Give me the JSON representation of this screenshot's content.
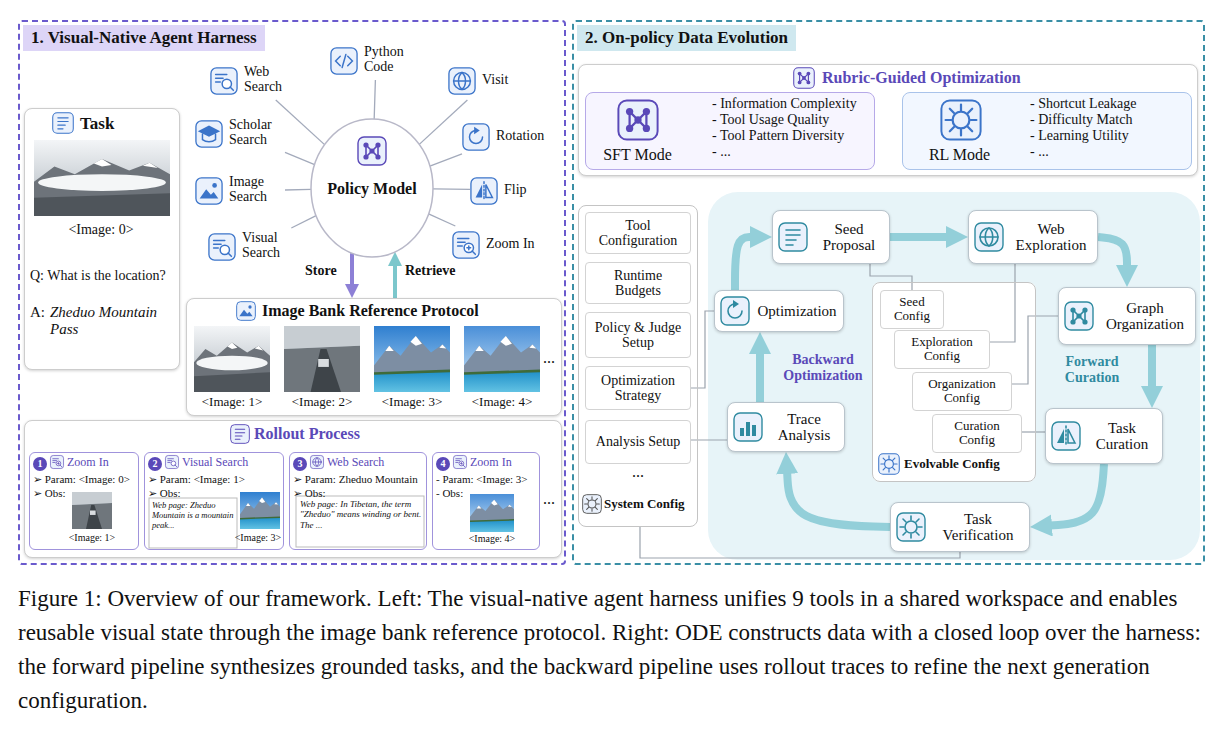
{
  "diagram": {
    "caption": "Figure 1: Overview of our framework. Left: The visual-native agent harness unifies 9 tools in a shared workspace and enables reusable visual state through the image bank reference protocol. Right: ODE constructs data with a closed loop over the harness: the forward pipeline synthesizes grounded tasks, and the backward pipeline uses rollout traces to refine the next generation configuration.",
    "nodes": [
      {
        "text": [
          "1. Visual-Native Agent Harness"
        ]
      },
      {
        "text": [
          "Task",
          "<Image: 0>",
          "Q: What is the location?",
          "A:",
          "Zheduo Mountain Pass"
        ],
        "in": 0
      },
      {
        "text": [
          "Policy Model"
        ],
        "in": 0
      },
      {
        "text": [
          "Web Search"
        ],
        "in": 0
      },
      {
        "text": [
          "Python Code"
        ],
        "in": 0
      },
      {
        "text": [
          "Visit"
        ],
        "in": 0
      },
      {
        "text": [
          "Scholar Search"
        ],
        "in": 0
      },
      {
        "text": [
          "Rotation"
        ],
        "in": 0
      },
      {
        "text": [
          "Image Search"
        ],
        "in": 0
      },
      {
        "text": [
          "Flip"
        ],
        "in": 0
      },
      {
        "text": [
          "Visual Search"
        ],
        "in": 0
      },
      {
        "text": [
          "Zoom In"
        ],
        "in": 0
      },
      {
        "text": [
          "Image Bank Reference Protocol",
          "<Image: 1>",
          "<Image: 2>",
          "<Image: 3>",
          "<Image: 4>"
        ],
        "in": 0
      },
      {
        "text": [
          "Rollout Process"
        ],
        "in": 0
      },
      {
        "text": [
          "1",
          "Zoom In",
          "➢ Param: <Image: 0>",
          "➢ Obs:",
          "<Image: 1>"
        ],
        "in": 13
      },
      {
        "text": [
          "2",
          "Visual Search",
          "➢ Param: <Image: 1>",
          "➢ Obs:",
          "Web page: Zheduo Mountain is a mountain peak...",
          "<Image: 3>"
        ],
        "in": 13
      },
      {
        "text": [
          "3",
          "Web Search",
          "➢ Param: Zheduo Mountain",
          "➢ Obs:",
          "Web page: In Tibetan, the term \"Zheduo\" means winding or bent. The ..."
        ],
        "in": 13
      },
      {
        "text": [
          "4",
          "Zoom In",
          "- Param: <Image: 3>",
          "- Obs:",
          "<Image: 4>"
        ],
        "in": 13
      },
      {
        "text": [
          "2. On-policy Data Evolution"
        ]
      },
      {
        "text": [
          "Rubric-Guided Optimization"
        ],
        "in": 18
      },
      {
        "text": [
          "SFT Mode",
          "- Information Complexity",
          "- Tool Usage Quality",
          "- Tool Pattern Diversity",
          "- ..."
        ],
        "in": 19
      },
      {
        "text": [
          "RL Mode",
          "- Shortcut Leakage",
          "- Difficulty Match",
          "- Learning Utility",
          "- ..."
        ],
        "in": 19
      },
      {
        "text": [
          "System Config"
        ],
        "in": 18
      },
      {
        "text": [
          "Tool Configuration"
        ],
        "in": 22
      },
      {
        "text": [
          "Runtime Budgets"
        ],
        "in": 22
      },
      {
        "text": [
          "Policy & Judge Setup"
        ],
        "in": 22
      },
      {
        "text": [
          "Optimization Strategy"
        ],
        "in": 22
      },
      {
        "text": [
          "Analysis Setup"
        ],
        "in": 22
      },
      {
        "text": [
          "Evolvable Config"
        ],
        "in": 18
      },
      {
        "text": [
          "Seed Config"
        ],
        "in": 28
      },
      {
        "text": [
          "Exploration Config"
        ],
        "in": 28
      },
      {
        "text": [
          "Organization Config"
        ],
        "in": 28
      },
      {
        "text": [
          "Curation Config"
        ],
        "in": 28
      },
      {
        "text": [
          "Seed Proposal"
        ],
        "in": 18
      },
      {
        "text": [
          "Web Exploration"
        ],
        "in": 18
      },
      {
        "text": [
          "Graph Organization"
        ],
        "in": 18
      },
      {
        "text": [
          "Task Curation"
        ],
        "in": 18
      },
      {
        "text": [
          "Task Verification"
        ],
        "in": 18
      },
      {
        "text": [
          "Trace Analysis"
        ],
        "in": 18
      },
      {
        "text": [
          "Optimization"
        ],
        "in": 18
      }
    ],
    "edges": [
      {
        "from": 2,
        "to": 3,
        "arrow": "none"
      },
      {
        "from": 2,
        "to": 4,
        "arrow": "none"
      },
      {
        "from": 2,
        "to": 5,
        "arrow": "none"
      },
      {
        "from": 2,
        "to": 6,
        "arrow": "none"
      },
      {
        "from": 2,
        "to": 7,
        "arrow": "none"
      },
      {
        "from": 2,
        "to": 8,
        "arrow": "none"
      },
      {
        "from": 2,
        "to": 9,
        "arrow": "none"
      },
      {
        "from": 2,
        "to": 10,
        "arrow": "none"
      },
      {
        "from": 2,
        "to": 11,
        "arrow": "none"
      },
      {
        "from": 2,
        "to": 12,
        "label": "Store",
        "arrow": "to"
      },
      {
        "from": 12,
        "to": 2,
        "label": "Retrieve",
        "arrow": "to"
      },
      {
        "from": 33,
        "to": 34,
        "arrow": "to"
      },
      {
        "from": 34,
        "to": 35,
        "arrow": "to"
      },
      {
        "from": 35,
        "to": 36,
        "arrow": "to"
      },
      {
        "from": 36,
        "to": 37,
        "arrow": "to"
      },
      {
        "from": 37,
        "to": 38,
        "arrow": "to"
      },
      {
        "from": 38,
        "to": 39,
        "arrow": "to"
      },
      {
        "from": 39,
        "to": 33,
        "arrow": "to"
      },
      {
        "from": 29,
        "to": 33,
        "arrow": "none"
      },
      {
        "from": 30,
        "to": 34,
        "arrow": "none"
      },
      {
        "from": 31,
        "to": 35,
        "arrow": "none"
      },
      {
        "from": 32,
        "to": 36,
        "arrow": "none"
      },
      {
        "from": 27,
        "to": 38,
        "arrow": "none"
      },
      {
        "from": 26,
        "to": 39,
        "arrow": "none"
      },
      {
        "from": 22,
        "to": 37,
        "arrow": "none"
      }
    ],
    "labels": [
      "...",
      "...",
      "...",
      "Forward Curation",
      "Backward Optimization"
    ]
  }
}
